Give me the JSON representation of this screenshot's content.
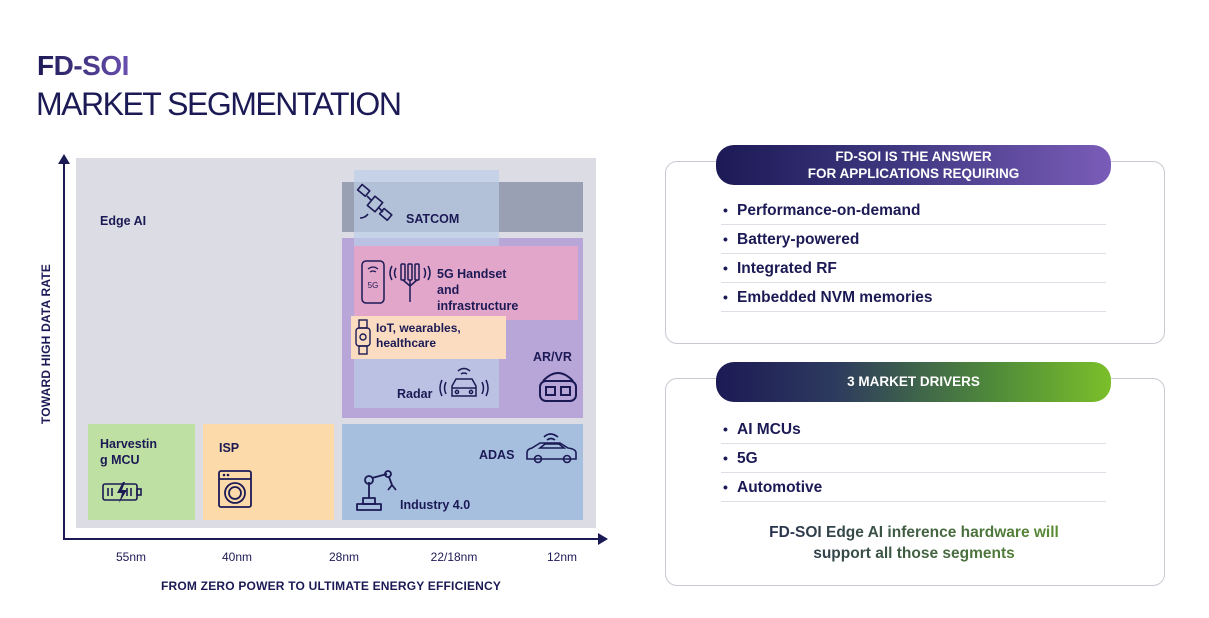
{
  "title": {
    "line1": "FD-SOI",
    "line2": "MARKET SEGMENTATION"
  },
  "chart": {
    "y_axis_label": "TOWARD HIGH DATA RATE",
    "x_axis_label": "FROM ZERO POWER TO ULTIMATE ENERGY EFFICIENCY",
    "x_ticks": [
      "55nm",
      "40nm",
      "28nm",
      "22/18nm",
      "12nm"
    ],
    "segments": {
      "edge_ai": "Edge AI",
      "satcom": "SATCOM",
      "handset_1": "5G Handset",
      "handset_2": "and",
      "handset_3": "infrastructure",
      "iot_1": "IoT, wearables,",
      "iot_2": "healthcare",
      "arvr": "AR/VR",
      "radar": "Radar",
      "harvesting_1": "Harvestin",
      "harvesting_2": "g MCU",
      "isp": "ISP",
      "adas": "ADAS",
      "industry": "Industry 4.0",
      "phone_5g_text": "5G"
    },
    "colors": {
      "edge_ai_bg": "#dcdde4",
      "satcom": "#9aa0b3",
      "purple": "#b9a6d8",
      "pink": "#e3a6cb",
      "iot": "#fbdcc0",
      "harvesting": "#bfe0a3",
      "isp": "#fcdaa9",
      "adas": "#a6bfdf"
    }
  },
  "card1": {
    "header_1": "FD-SOI IS THE ANSWER",
    "header_2": "FOR APPLICATIONS REQUIRING",
    "items": [
      "Performance-on-demand",
      "Battery-powered",
      "Integrated RF",
      "Embedded NVM memories"
    ]
  },
  "card2": {
    "header": "3 MARKET DRIVERS",
    "items": [
      "AI MCUs",
      "5G",
      "Automotive"
    ],
    "conclusion_1": "FD-SOI Edge AI inference hardware will",
    "conclusion_2": "support all those segments"
  }
}
